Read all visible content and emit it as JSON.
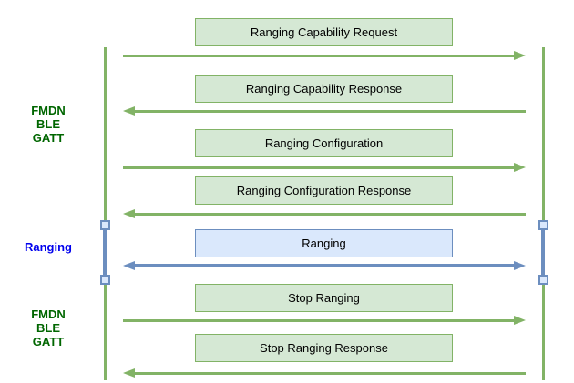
{
  "colors": {
    "green-fill": "#D5E8D4",
    "green-stroke": "#82B366",
    "blue-fill": "#DAE8FC",
    "blue-stroke": "#6C8EBF",
    "phase-green": "#006600",
    "phase-blue": "#0000EE",
    "text": "#000000"
  },
  "phases": [
    {
      "lines": [
        "FMDN",
        "BLE",
        "GATT"
      ],
      "color": "green"
    },
    {
      "lines": [
        "Ranging"
      ],
      "color": "blue"
    },
    {
      "lines": [
        "FMDN",
        "BLE",
        "GATT"
      ],
      "color": "green"
    }
  ],
  "messages": [
    {
      "label": "Ranging Capability Request",
      "direction": "right",
      "style": "green"
    },
    {
      "label": "Ranging Capability Response",
      "direction": "left",
      "style": "green"
    },
    {
      "label": "Ranging Configuration",
      "direction": "right",
      "style": "green"
    },
    {
      "label": "Ranging Configuration Response",
      "direction": "left",
      "style": "green"
    },
    {
      "label": "Ranging",
      "direction": "both",
      "style": "blue"
    },
    {
      "label": "Stop Ranging",
      "direction": "right",
      "style": "green"
    },
    {
      "label": "Stop Ranging Response",
      "direction": "left",
      "style": "green"
    }
  ]
}
